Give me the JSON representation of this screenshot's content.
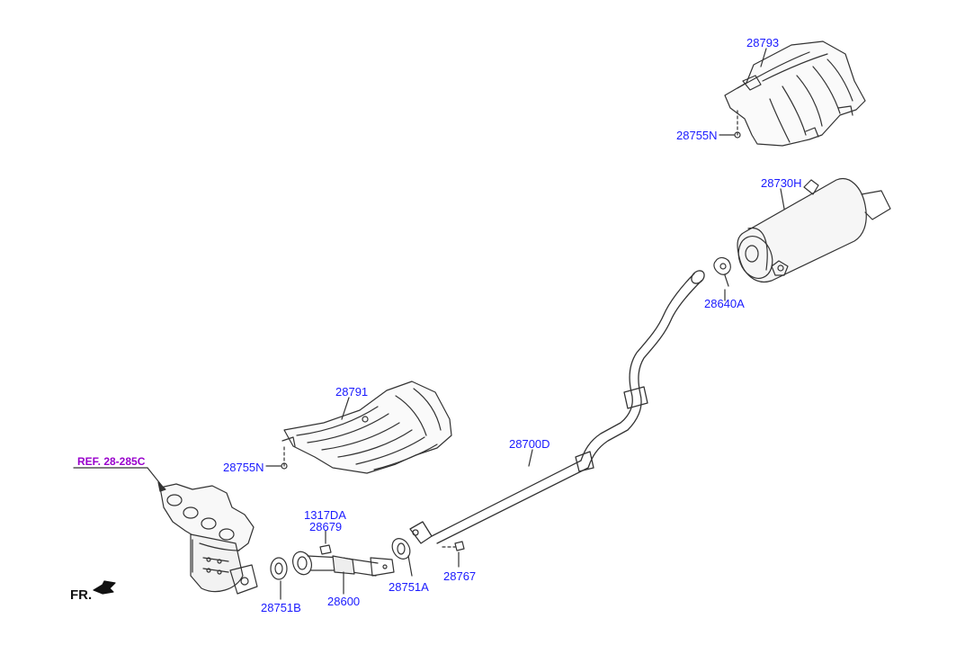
{
  "labels": {
    "p28793": "28793",
    "p28755n_top": "28755N",
    "p28730h": "28730H",
    "p28640a": "28640A",
    "p28791": "28791",
    "p28755n_mid": "28755N",
    "p28700d": "28700D",
    "ref": "REF. 28-285C",
    "p1317da": "1317DA",
    "p28679": "28679",
    "p28751a": "28751A",
    "p28767": "28767",
    "p28600": "28600",
    "p28751b": "28751B",
    "fr": "FR."
  },
  "colors": {
    "part_label": "#1a1aff",
    "ref_label": "#9900cc",
    "line": "#333333"
  }
}
